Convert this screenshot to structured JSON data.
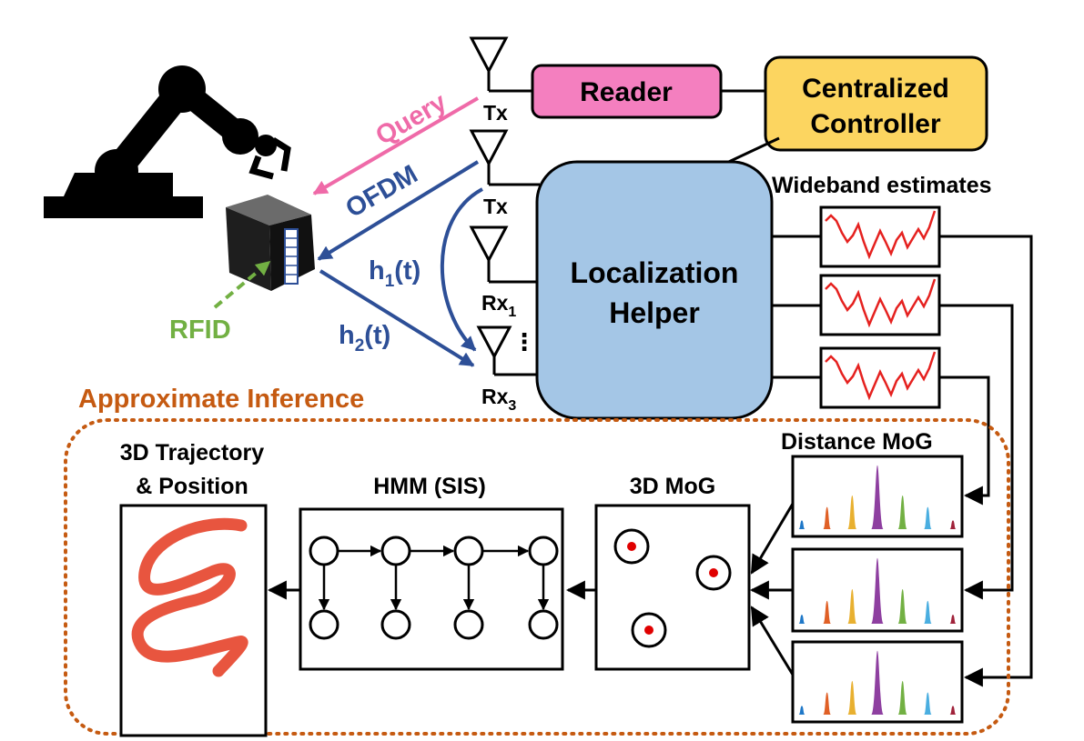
{
  "labels": {
    "reader": "Reader",
    "controller_line1": "Centralized",
    "controller_line2": "Controller",
    "helper_line1": "Localization",
    "helper_line2": "Helper",
    "wideband": "Wideband estimates",
    "tx_top": "Tx",
    "tx_mid": "Tx",
    "rx1_base": "Rx",
    "rx1_sub": "1",
    "rx3_base": "Rx",
    "rx3_sub": "3",
    "query": "Query",
    "ofdm": "OFDM",
    "h1_pre": "h",
    "h1_sub": "1",
    "h1_post": "(t)",
    "h2_pre": "h",
    "h2_sub": "2",
    "h2_post": "(t)",
    "rfid": "RFID",
    "approx": "Approximate Inference",
    "distance_mog": "Distance MoG",
    "mog3d": "3D MoG",
    "hmm": "HMM (SIS)",
    "traj_line1": "3D Trajectory",
    "traj_line2": "& Position",
    "vdots": "⋮"
  },
  "colors": {
    "reader_fill": "#f47fbf",
    "controller_fill": "#fcd560",
    "helper_fill": "#a4c6e6",
    "query": "#ef6aa8",
    "ofdm": "#2d4f97",
    "rfid": "#72b043",
    "approx": "#c55a11",
    "signal": "#e5211f",
    "trajectory": "#e8553f",
    "mog_dot": "#e00000"
  },
  "icons": {
    "robot": "robot-arm-icon",
    "tag": "rfid-tag-cube-icon",
    "antenna": "antenna-icon"
  },
  "distance_mog_peaks": {
    "colors": [
      "#1f78c8",
      "#e06026",
      "#e8b030",
      "#8e3fa0",
      "#72b043",
      "#4aaee0",
      "#a0223a"
    ],
    "heights": [
      0.13,
      0.33,
      0.5,
      0.95,
      0.5,
      0.33,
      0.13
    ]
  }
}
